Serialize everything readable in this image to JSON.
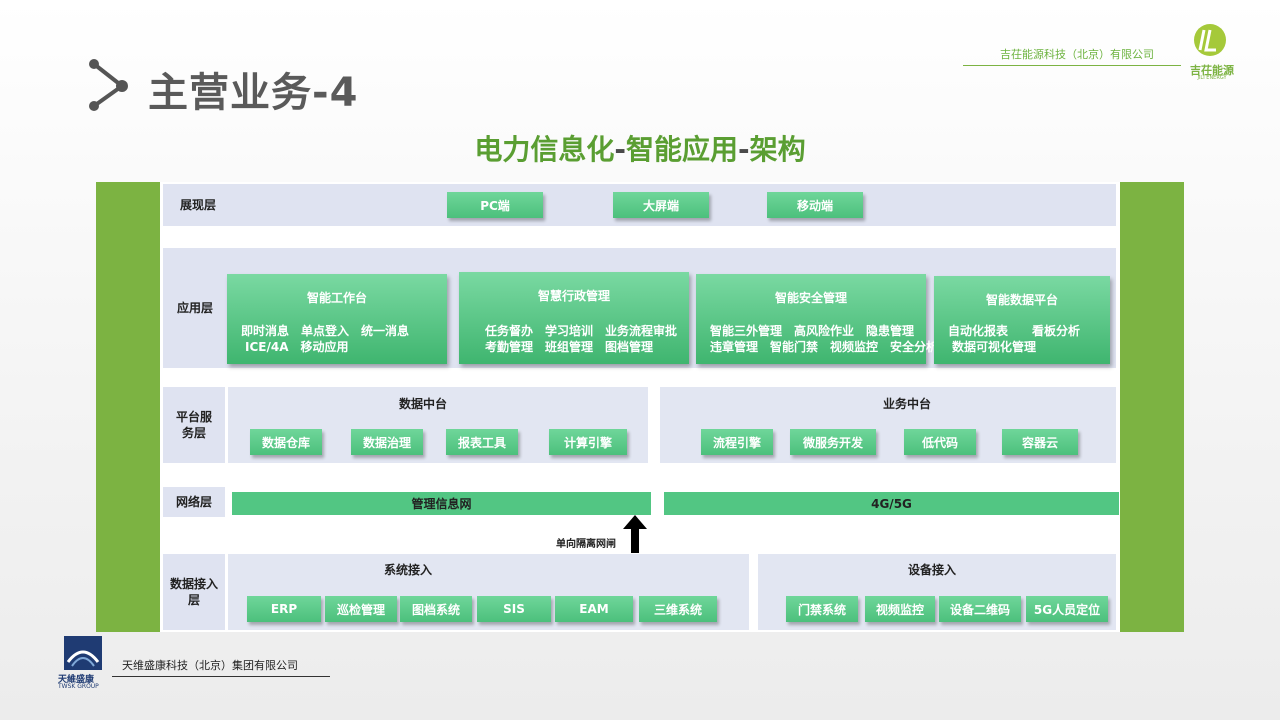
{
  "header": {
    "title": "主营业务-4",
    "company": "吉茌能源科技（北京）有限公司",
    "logo_name": "吉茌能源",
    "logo_en": "JILI ENERGY"
  },
  "subtitle": {
    "part1": "电力信息化",
    "sep1": "-",
    "part2": "智能应用",
    "sep2": "-",
    "part3": "架构"
  },
  "layers": {
    "display": {
      "label": "展现层",
      "items": [
        "PC端",
        "大屏端",
        "移动端"
      ]
    },
    "application": {
      "label": "应用层",
      "cards": [
        {
          "title": "智能工作台",
          "line1": "即时消息　单点登入　统一消息",
          "line2": "ICE/4A　移动应用"
        },
        {
          "title": "智慧行政管理",
          "line1": "任务督办　学习培训　业务流程审批",
          "line2": "考勤管理　班组管理　图档管理"
        },
        {
          "title": "智能安全管理",
          "line1": "智能三外管理　高风险作业　隐患管理",
          "line2": "违章管理　智能门禁　视频监控　安全分析"
        },
        {
          "title": "智能数据平台",
          "line1": "自动化报表　　看板分析",
          "line2": "数据可视化管理"
        }
      ]
    },
    "platform": {
      "label_line1": "平台服",
      "label_line2": "务层",
      "data_center": {
        "title": "数据中台",
        "items": [
          "数据仓库",
          "数据治理",
          "报表工具",
          "计算引擎"
        ]
      },
      "business_center": {
        "title": "业务中台",
        "items": [
          "流程引擎",
          "微服务开发",
          "低代码",
          "容器云"
        ]
      }
    },
    "network": {
      "label": "网络层",
      "left": "管理信息网",
      "right": "4G/5G",
      "gateway": "单向隔离网闸"
    },
    "access": {
      "label_line1": "数据接入",
      "label_line2": "层",
      "system": {
        "title": "系统接入",
        "items": [
          "ERP",
          "巡检管理",
          "图档系统",
          "SIS",
          "EAM",
          "三维系统"
        ]
      },
      "device": {
        "title": "设备接入",
        "items": [
          "门禁系统",
          "视频监控",
          "设备二维码",
          "5G人员定位"
        ]
      }
    }
  },
  "footer": {
    "company": "天维盛康科技（北京）集团有限公司",
    "logo_name": "天維盛康",
    "logo_en": "TWSK GROUP"
  },
  "colors": {
    "accent_green": "#7cb342",
    "button_green": "#4cc07c",
    "layer_bg": "#dfe3f1",
    "title_gray": "#5a5a5a"
  }
}
